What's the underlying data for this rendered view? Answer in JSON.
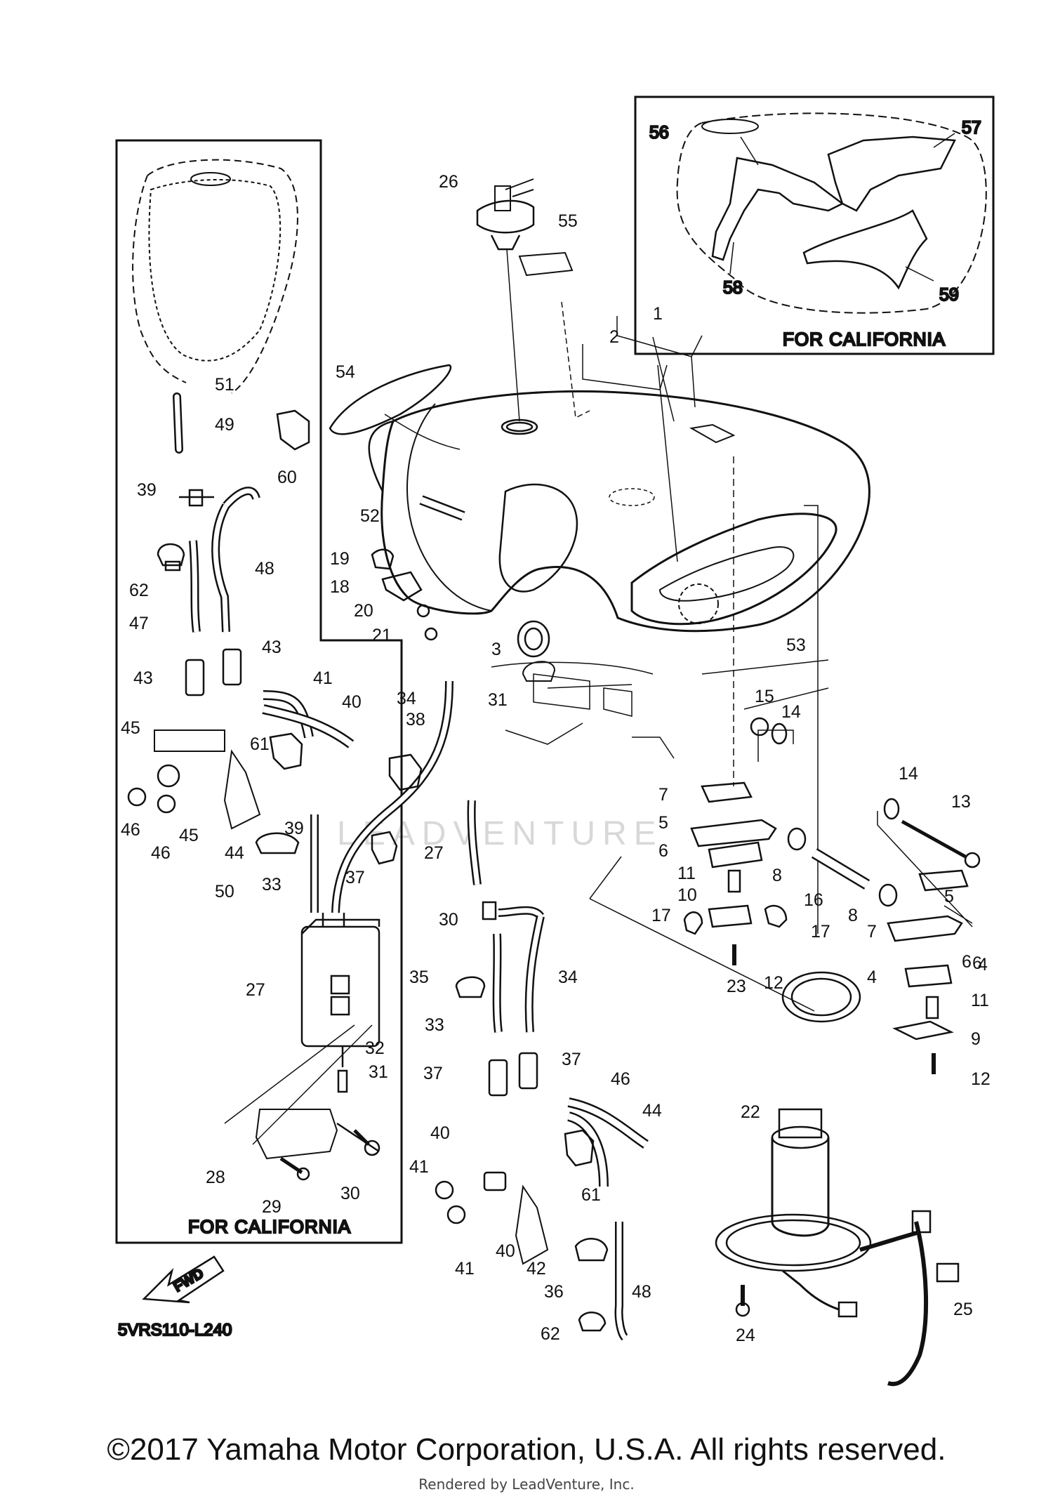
{
  "diagram": {
    "code": "5VRS110-L240",
    "watermark": "LEADVENTURE",
    "fwd_label": "FWD",
    "california_inset_label": "FOR CALIFORNIA",
    "california_panel_label": "FOR CALIFORNIA",
    "callouts": [
      "1",
      "2",
      "3",
      "4",
      "4",
      "5",
      "5",
      "6",
      "6",
      "6",
      "7",
      "7",
      "8",
      "8",
      "9",
      "10",
      "11",
      "11",
      "12",
      "12",
      "13",
      "14",
      "14",
      "15",
      "16",
      "17",
      "17",
      "18",
      "19",
      "20",
      "21",
      "22",
      "23",
      "24",
      "25",
      "26",
      "27",
      "27",
      "28",
      "29",
      "30",
      "30",
      "31",
      "31",
      "32",
      "33",
      "33",
      "34",
      "34",
      "35",
      "36",
      "37",
      "37",
      "37",
      "38",
      "39",
      "39",
      "40",
      "40",
      "40",
      "41",
      "41",
      "41",
      "42",
      "43",
      "43",
      "44",
      "44",
      "45",
      "45",
      "46",
      "46",
      "46",
      "47",
      "48",
      "48",
      "49",
      "50",
      "51",
      "52",
      "53",
      "54",
      "55",
      "56",
      "57",
      "58",
      "59",
      "60",
      "61",
      "61",
      "62",
      "62"
    ]
  },
  "footer": {
    "copyright": "©2017 Yamaha Motor Corporation, U.S.A. All rights reserved.",
    "rendered_by": "Rendered by LeadVenture, Inc."
  }
}
